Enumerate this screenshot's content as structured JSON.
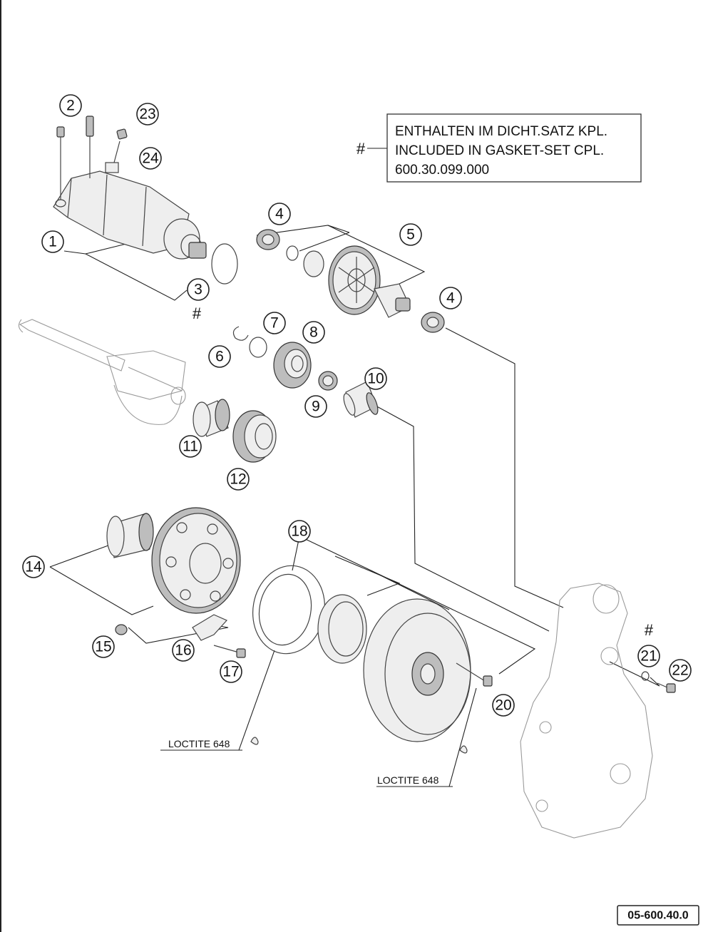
{
  "note": {
    "marker": "#",
    "lines": [
      "ENTHALTEN IM DICHT.SATZ KPL.",
      "INCLUDED IN GASKET-SET CPL.",
      "600.30.099.000"
    ]
  },
  "gasket_markers": [
    "#",
    "#"
  ],
  "loctite_labels": [
    "LOCTITE 648",
    "LOCTITE 648"
  ],
  "drawing_code": "05-600.40.0",
  "callouts": [
    "1",
    "2",
    "3",
    "4",
    "4",
    "5",
    "6",
    "7",
    "8",
    "9",
    "10",
    "11",
    "12",
    "14",
    "15",
    "16",
    "17",
    "18",
    "20",
    "21",
    "22",
    "23",
    "24"
  ]
}
